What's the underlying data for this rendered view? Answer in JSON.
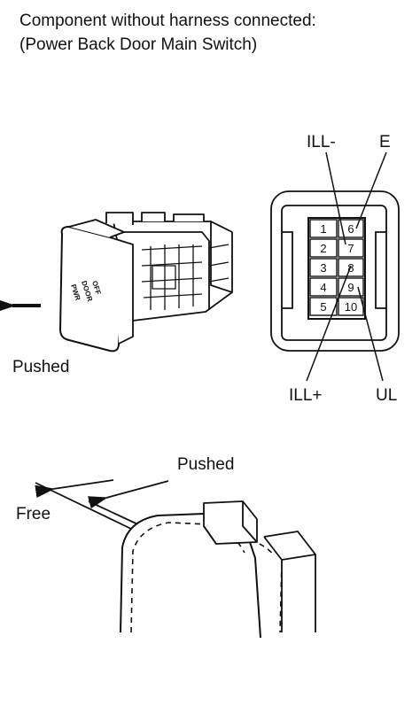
{
  "title": {
    "line1": "Component without harness connected:",
    "line2": "(Power Back Door Main Switch)"
  },
  "switch_face_text": [
    "PWR",
    "DOOR",
    "OFF"
  ],
  "connector": {
    "pins": [
      {
        "left": "1",
        "right": "6"
      },
      {
        "left": "2",
        "right": "7"
      },
      {
        "left": "3",
        "right": "8"
      },
      {
        "left": "4",
        "right": "9"
      },
      {
        "left": "5",
        "right": "10"
      }
    ],
    "labels": {
      "ill_minus": "ILL-",
      "e": "E",
      "ill_plus": "ILL+",
      "ul": "UL"
    }
  },
  "switch_state_label": "Pushed",
  "side_view": {
    "pushed_label": "Pushed",
    "free_label": "Free"
  }
}
